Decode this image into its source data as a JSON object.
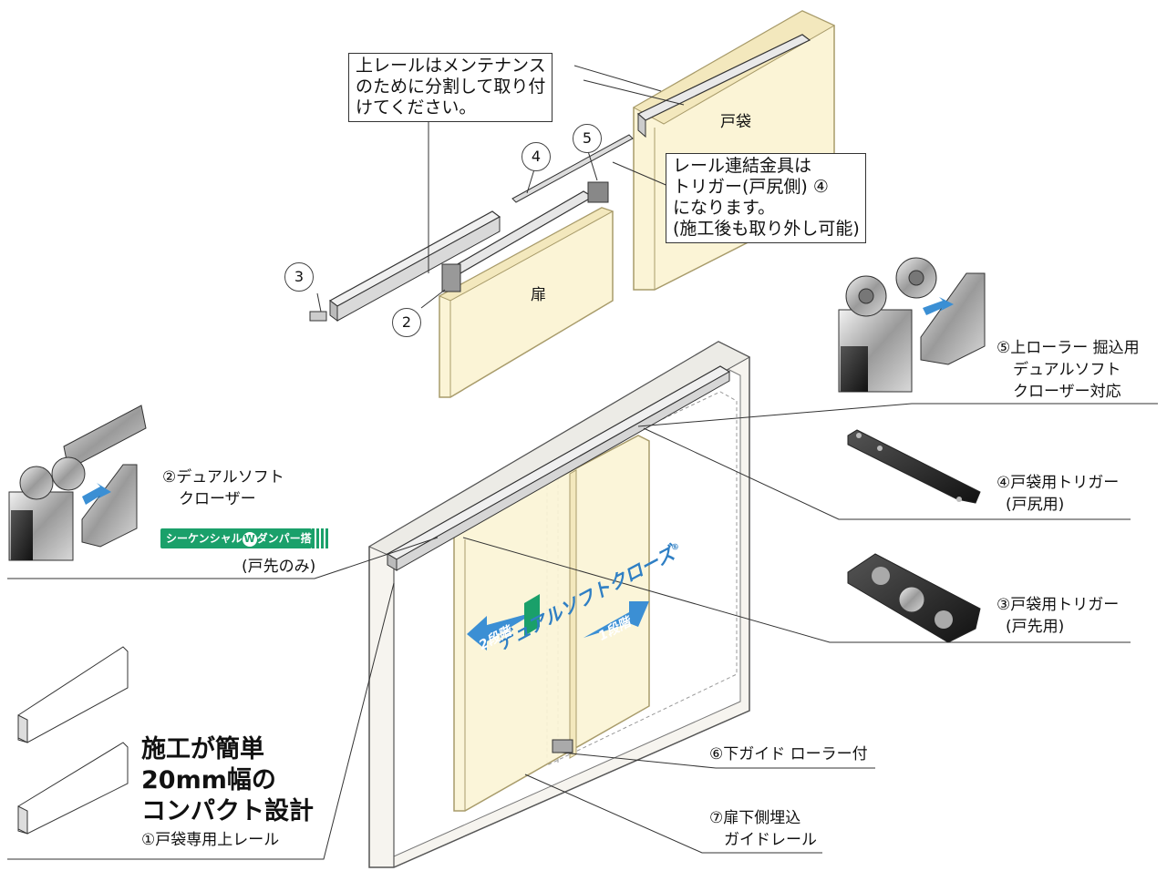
{
  "callouts": {
    "top_left": [
      "上レールはメンテナンス",
      "のために分割して取り付",
      "けてください。"
    ],
    "top_right": [
      "レール連結金具は",
      "トリガー(戸尻側)",
      "になります。",
      "(施工後も取り外し可能)"
    ],
    "top_right_num": "④"
  },
  "labels": {
    "tobukuro": "戸袋",
    "tobira": "扉",
    "n3": "3",
    "n4": "4",
    "n5": "5",
    "n2": "2"
  },
  "parts": {
    "p5": [
      "⑤上ローラー 掘込用",
      "デュアルソフト",
      "クローザー対応"
    ],
    "p4": [
      "④戸袋用トリガー",
      "(戸尻用)"
    ],
    "p3": [
      "③戸袋用トリガー",
      "(戸先用)"
    ],
    "p6": [
      "⑥下ガイド ローラー付"
    ],
    "p7": [
      "⑦扉下側埋込",
      "ガイドレール"
    ],
    "p2": [
      "②デュアルソフト",
      "クローザー"
    ],
    "p2_note": "(戸先のみ)",
    "p1": "①戸袋専用上レール"
  },
  "badge": {
    "left": "シーケンシャル",
    "w": "W",
    "right": "ダンパー搭載"
  },
  "feature": [
    "施工が簡単",
    "20mm幅の",
    "コンパクト設計"
  ],
  "door_graphic": {
    "title": "デュアルソフトクローズ",
    "reg": "®",
    "step2": "2段階",
    "step1": "1段階"
  },
  "colors": {
    "door_fill": "#fbf4d6",
    "door_stroke": "#a89b6a",
    "wall_fill": "#f6f4ef",
    "arrow_blue": "#3b8fd4",
    "arrow_green": "#1aa06a",
    "line": "#333333"
  }
}
